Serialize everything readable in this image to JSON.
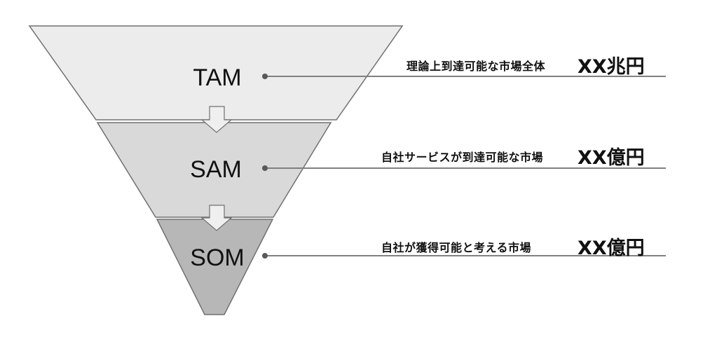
{
  "diagram": {
    "type": "funnel",
    "layers": [
      {
        "id": "tam",
        "label": "TAM",
        "description": "理論上到達可能な市場全体",
        "value": "XX兆円",
        "fill": "#ececec"
      },
      {
        "id": "sam",
        "label": "SAM",
        "description": "自社サービスが到達可能な市場",
        "value": "XX億円",
        "fill": "#d9d9d9"
      },
      {
        "id": "som",
        "label": "SOM",
        "description": "自社が獲得可能と考える市場",
        "value": "XX億円",
        "fill": "#b7b7b7"
      }
    ],
    "colors": {
      "outline": "#707070",
      "connector": "#808080",
      "dot": "#595959",
      "arrow_fill": "#efefef",
      "text": "#111111"
    }
  }
}
